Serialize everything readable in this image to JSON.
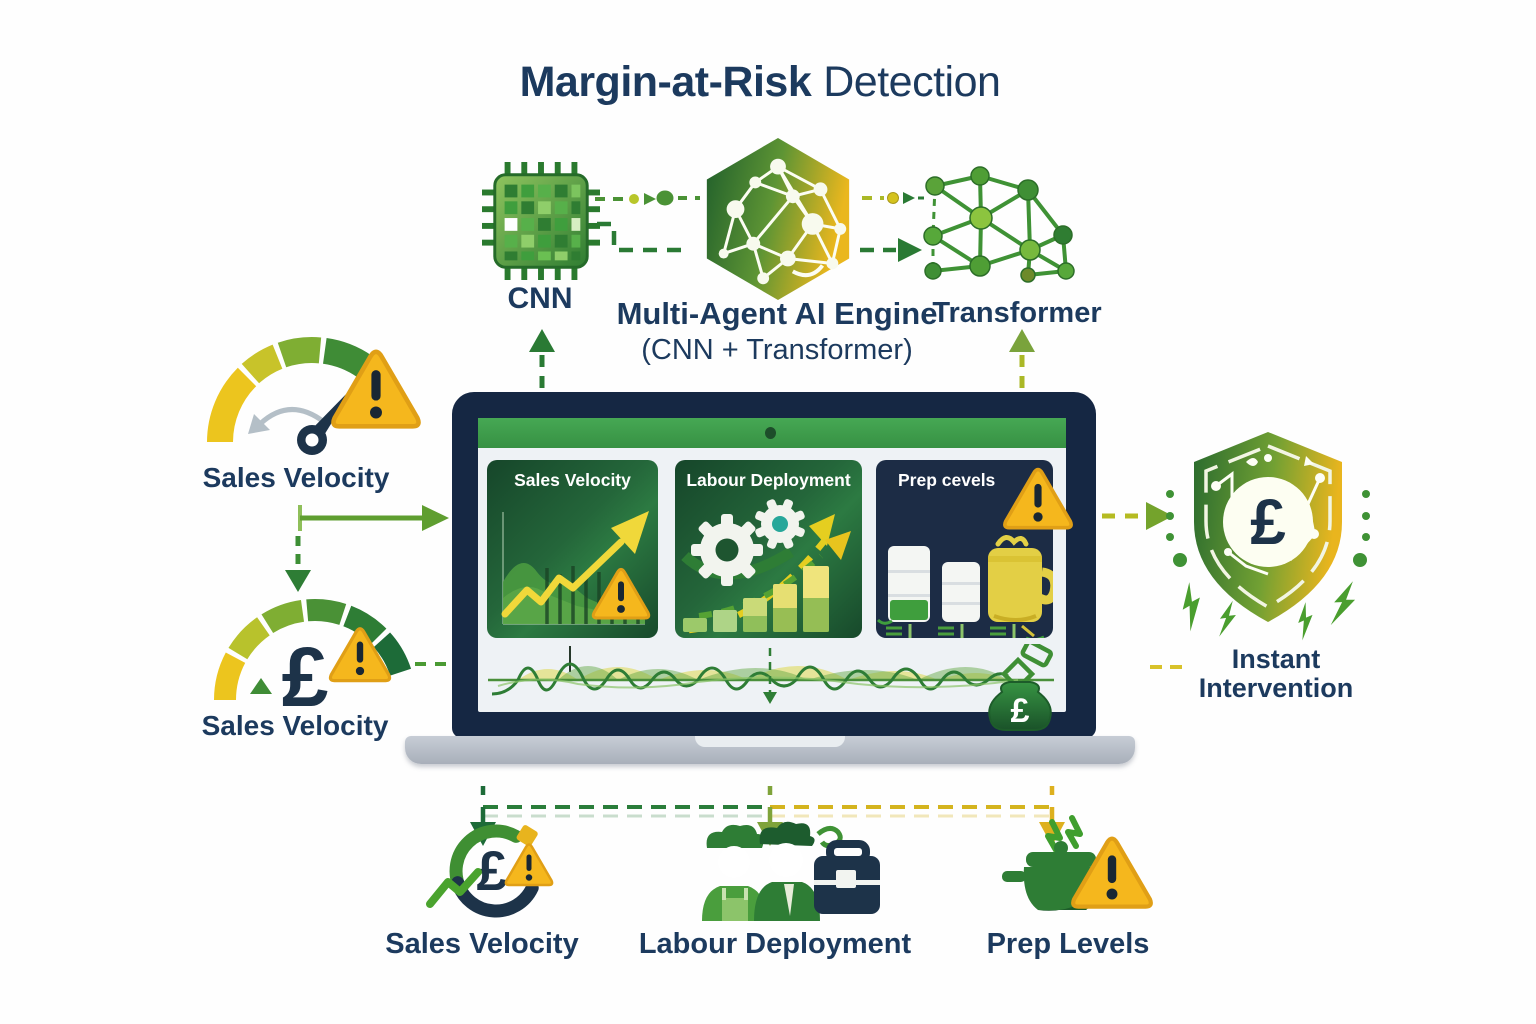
{
  "title": {
    "bold": "Margin-at-Risk",
    "regular": "Detection"
  },
  "symbols": {
    "pound": "£"
  },
  "colors": {
    "navy_text": "#1c3a5e",
    "solid_green": "#3f8f35",
    "olive_green": "#8fae2e",
    "amber_warning": "#f5b71d",
    "dark_green": "#1d6b38",
    "panel_green": "#1e5530",
    "panel_navy": "#1c2c45",
    "laptop_bezel": "#152743",
    "screen_top_bar": "#3e9e4a"
  },
  "engine_row": {
    "cnn_label": "CNN",
    "engine_label": "Multi-Agent AI Engine",
    "engine_sublabel": "(CNN + Transformer)",
    "transformer_label": "Transformer"
  },
  "left_column": {
    "gauge_top_label": "Sales Velocity",
    "gauge_bottom_label": "Sales Velocity"
  },
  "laptop": {
    "panels": [
      {
        "label": "Sales Velocity"
      },
      {
        "label": "Labour Deployment"
      },
      {
        "label": "Prep cevels"
      }
    ]
  },
  "right_column": {
    "label_line1": "Instant",
    "label_line2": "Intervention"
  },
  "bottom_row": {
    "items": [
      {
        "label": "Sales Velocity"
      },
      {
        "label": "Labour Deployment"
      },
      {
        "label": "Prep Levels"
      }
    ]
  }
}
